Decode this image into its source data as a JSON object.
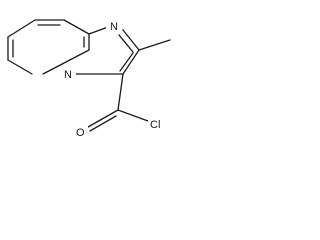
{
  "molecule": {
    "atoms": {
      "ring_nitrogen": "N",
      "bridgehead_nitrogen": "N",
      "carbonyl_oxygen": "O",
      "chlorine": "Cl"
    }
  }
}
